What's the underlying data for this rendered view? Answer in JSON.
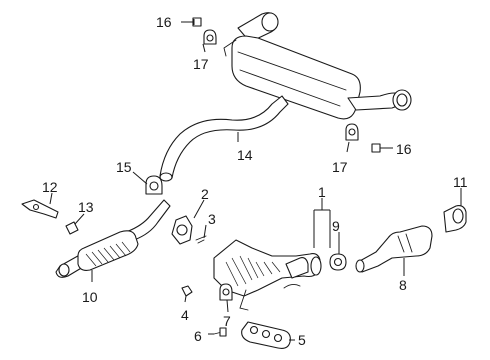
{
  "callouts": [
    {
      "id": "1",
      "text": "1"
    },
    {
      "id": "2",
      "text": "2"
    },
    {
      "id": "3",
      "text": "3"
    },
    {
      "id": "4",
      "text": "4"
    },
    {
      "id": "5",
      "text": "5"
    },
    {
      "id": "6",
      "text": "6"
    },
    {
      "id": "7",
      "text": "7"
    },
    {
      "id": "8",
      "text": "8"
    },
    {
      "id": "9",
      "text": "9"
    },
    {
      "id": "10",
      "text": "10"
    },
    {
      "id": "11",
      "text": "11"
    },
    {
      "id": "12",
      "text": "12"
    },
    {
      "id": "13",
      "text": "13"
    },
    {
      "id": "14",
      "text": "14"
    },
    {
      "id": "15",
      "text": "15"
    },
    {
      "id": "16a",
      "text": "16"
    },
    {
      "id": "16b",
      "text": "16"
    },
    {
      "id": "17a",
      "text": "17"
    },
    {
      "id": "17b",
      "text": "17"
    }
  ]
}
